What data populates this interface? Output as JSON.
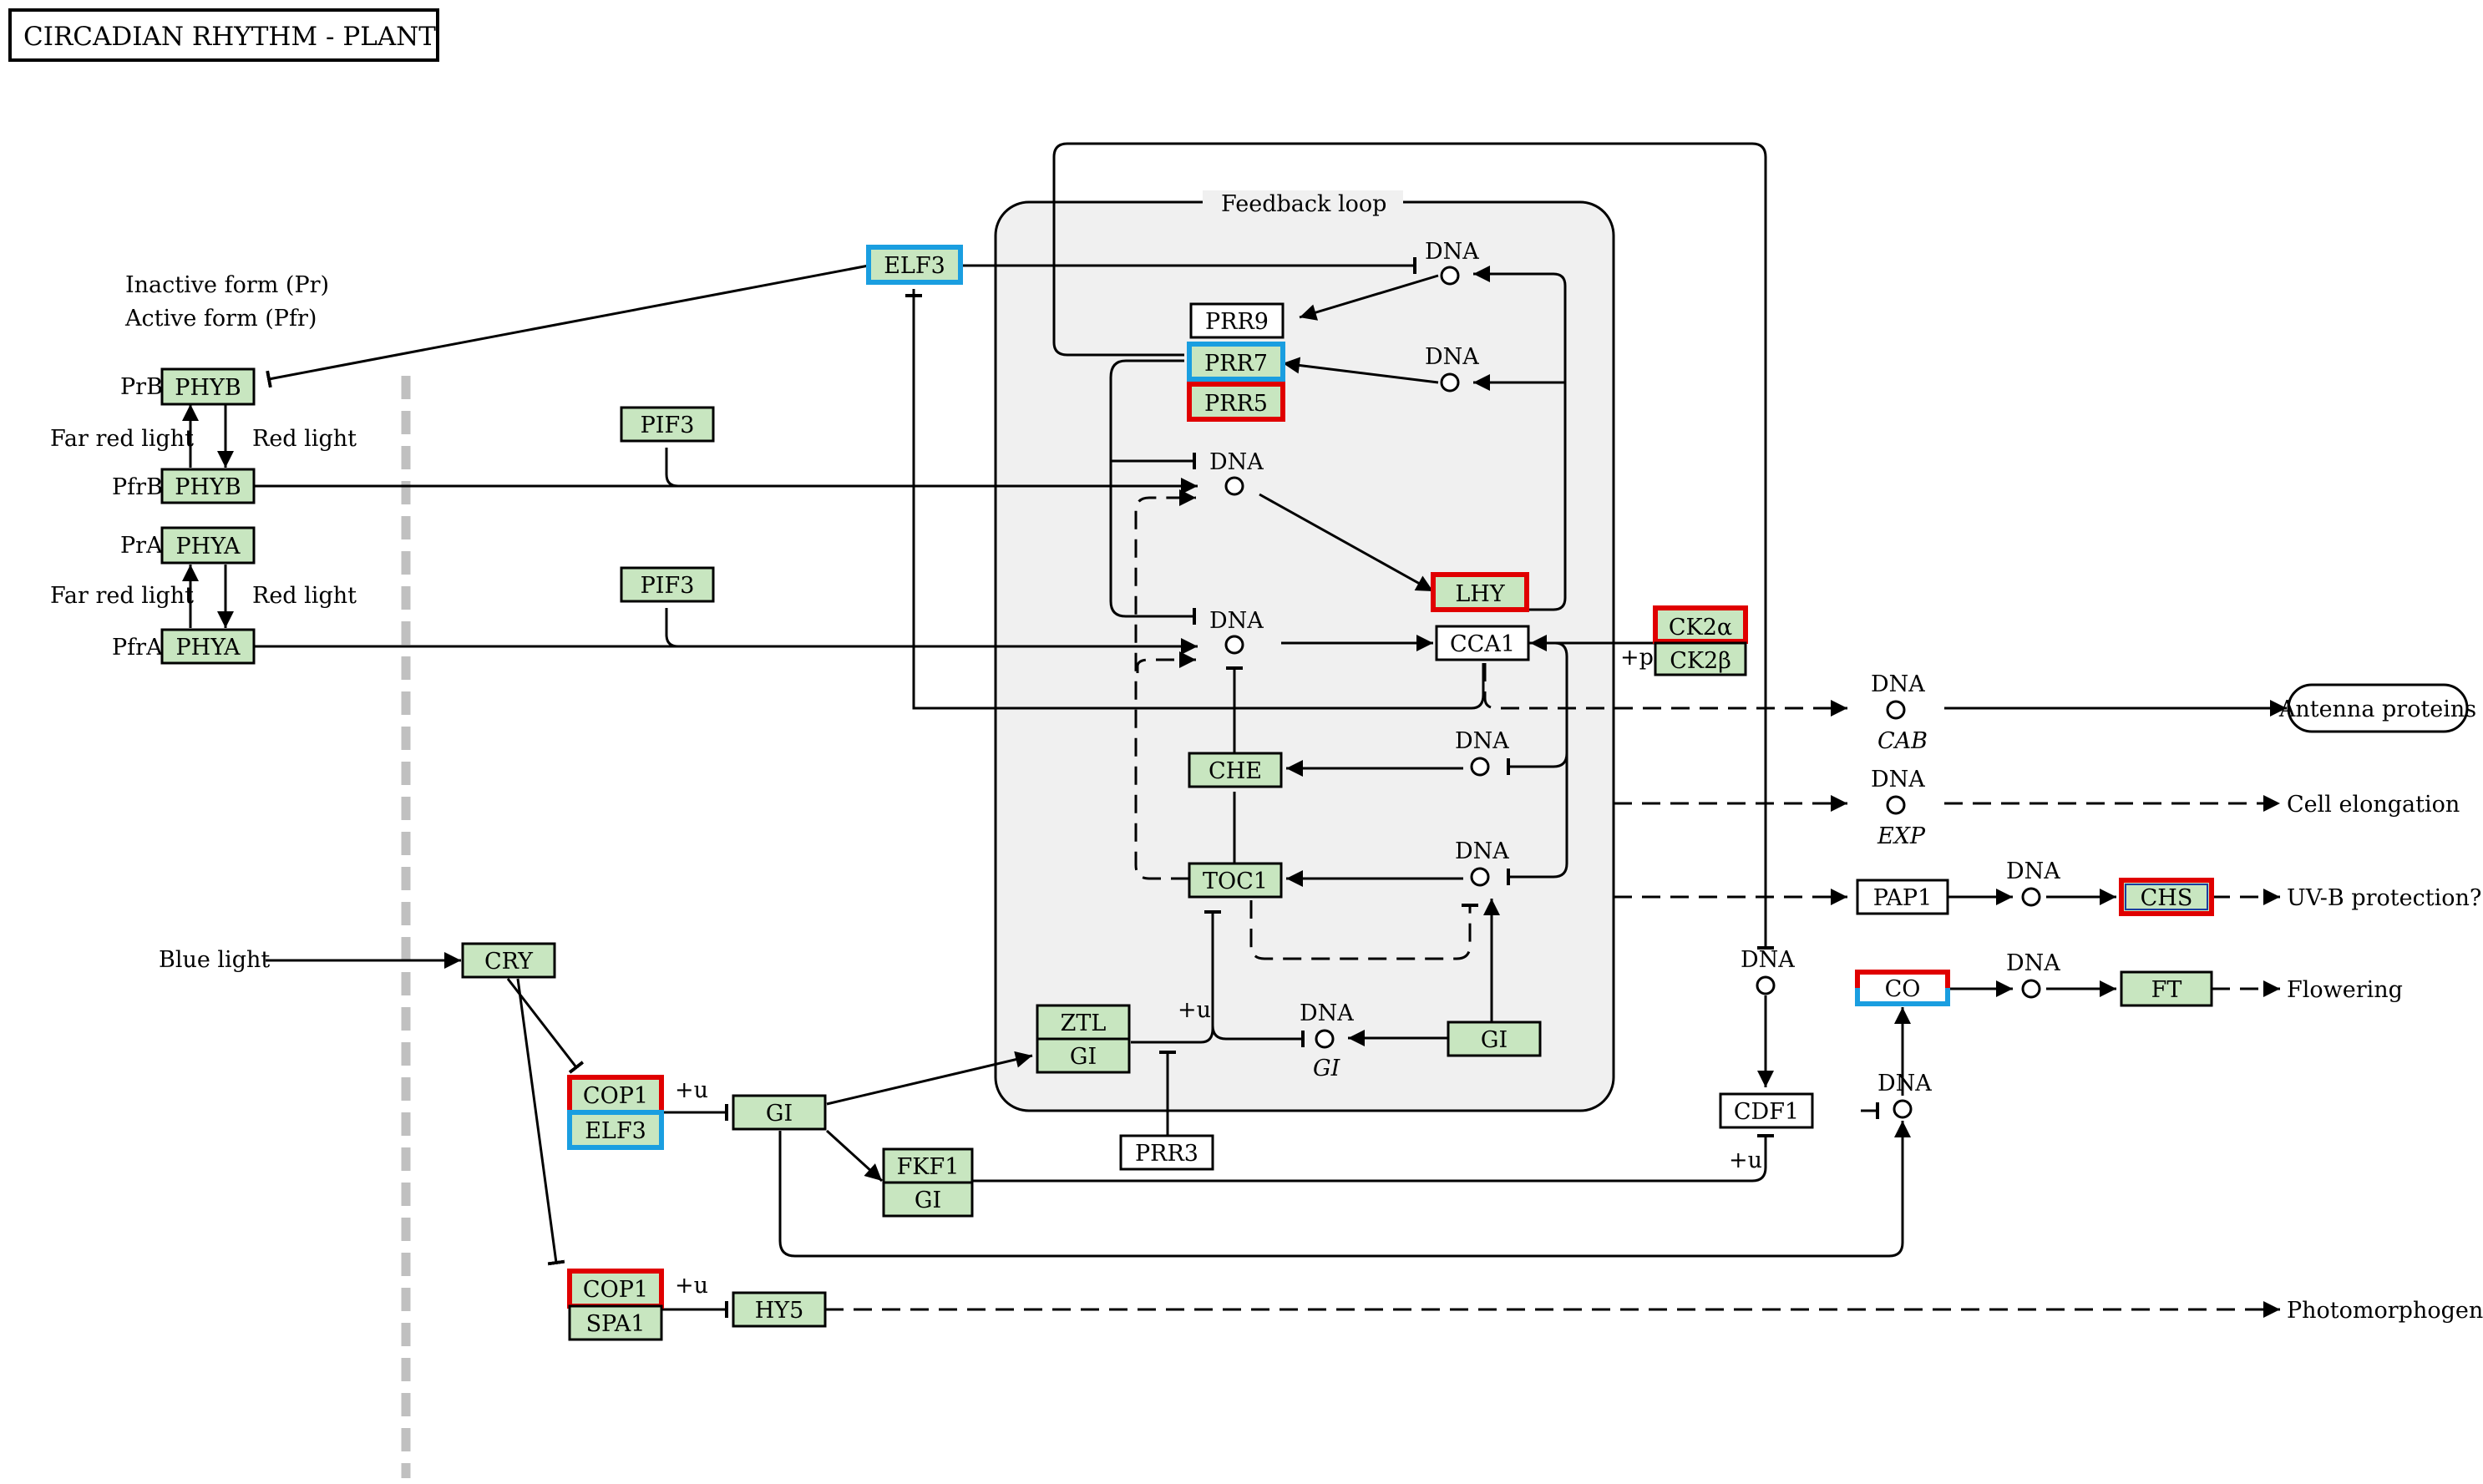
{
  "title": "CIRCADIAN RHYTHM - PLANT",
  "feedback_loop_label": "Feedback loop",
  "colors": {
    "gene_fill": "#bfffbf",
    "gene_fill_display": "#c8e6c0",
    "cofactor_fill": "#ffffff",
    "highlight_red": "#e00000",
    "highlight_blue": "#1a9ee0",
    "feedback_bg": "#f0f0f0",
    "membrane_gray": "#c0c0c0"
  },
  "genes": {
    "elf3_top": "ELF3",
    "prr9": "PRR9",
    "prr7": "PRR7",
    "prr5": "PRR5",
    "phyb_r": "PHYB",
    "phyb_fr": "PHYB",
    "phya_r": "PHYA",
    "phya_fr": "PHYA",
    "pif3_a": "PIF3",
    "pif3_b": "PIF3",
    "lhy": "LHY",
    "cca1": "CCA1",
    "ck2a": "CK2α",
    "ck2b": "CK2β",
    "che": "CHE",
    "toc1": "TOC1",
    "ztl": "ZTL",
    "gi_ztl": "GI",
    "gi_inner": "GI",
    "prr3": "PRR3",
    "cry": "CRY",
    "cop1_a": "COP1",
    "elf3_b": "ELF3",
    "gi_main": "GI",
    "fkf1": "FKF1",
    "gi_fkf1": "GI",
    "cop1_b": "COP1",
    "spa1": "SPA1",
    "hy5": "HY5",
    "cdf1": "CDF1",
    "co": "CO",
    "pap1": "PAP1",
    "chs": "CHS",
    "ft": "FT",
    "antenna": "Antenna proteins"
  },
  "labels": {
    "inactive": "Inactive form (Pr)",
    "active": "Active form (Pfr)",
    "prb": "PrB",
    "pfrb": "PfrB",
    "pra": "PrA",
    "pfra": "PfrA",
    "far_red_1": "Far red light",
    "red_1": "Red light",
    "far_red_2": "Far red light",
    "red_2": "Red light",
    "blue_light": "Blue light",
    "dna": "DNA",
    "gene_cab": "CAB",
    "gene_exp": "EXP",
    "gene_gi": "GI",
    "plus_p": "+p",
    "plus_u": "+u",
    "cell_elongation": "Cell elongation",
    "uvb": "UV-B protection?",
    "flowering": "Flowering",
    "photomorpho": "Photomorphogenesis"
  }
}
